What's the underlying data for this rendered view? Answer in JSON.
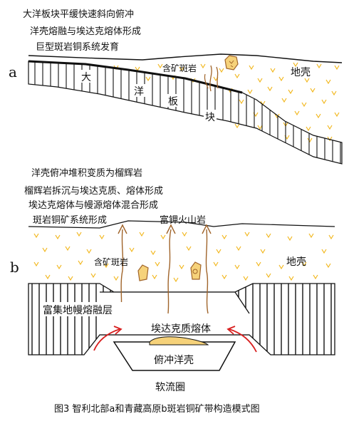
{
  "panel_a": {
    "letter": "a",
    "caption_lines": [
      "大洋板块平缓快速斜向俯冲",
      "洋壳熔融与埃达克熔体形成",
      "巨型斑岩铜系统发育"
    ],
    "slab_chars": [
      "大",
      "洋",
      "板",
      "块"
    ],
    "ore_label": "含矿斑岩",
    "crust_label": "地壳"
  },
  "panel_b": {
    "letter": "b",
    "caption_lines": [
      "洋壳俯冲堆积变质为榴辉岩",
      "榴辉岩拆沉与埃达克质、熔体形成",
      "埃达克熔体与幔源熔体混合形成",
      "斑岩铜矿系统形成"
    ],
    "volcanic_label": "富钾火山岩",
    "ore_label": "含矿斑岩",
    "crust_label": "地壳",
    "mantle_melt_label": "富集地幔熔融层",
    "adakite_label": "埃达克质熔体",
    "slab_label": "俯冲洋壳",
    "asthenosphere_label": "软流圈"
  },
  "figure_caption": "图3  智利北部a和青藏高原b斑岩铜矿带构造模式图",
  "colors": {
    "line": "#111111",
    "crust_mark": "#f2b820",
    "ore_fill": "#f6d27a",
    "porphyry_stroke": "#a0642a",
    "arrow_red": "#d81f1f"
  }
}
